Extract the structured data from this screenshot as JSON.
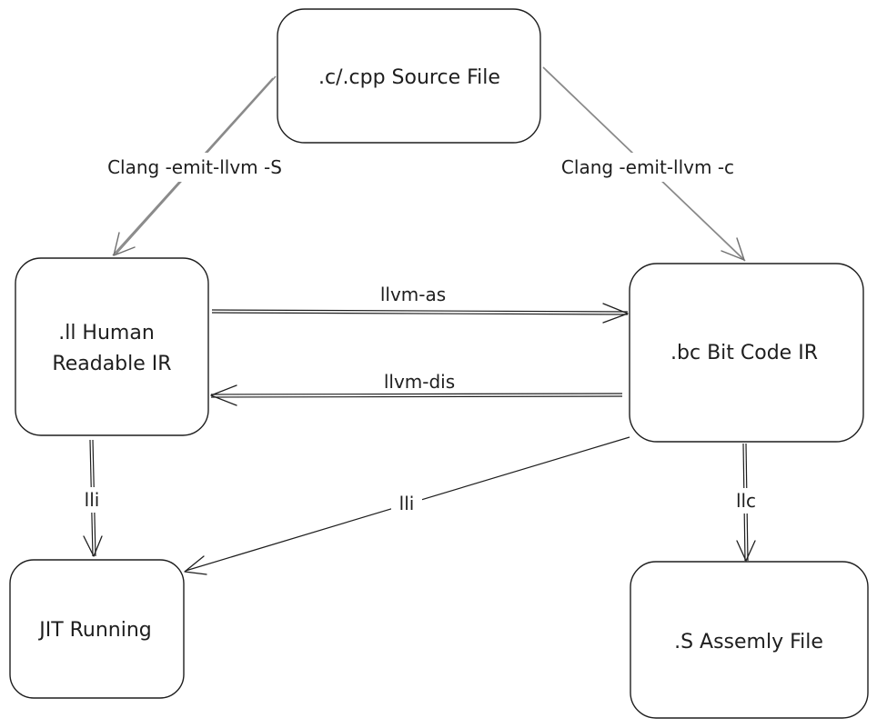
{
  "nodes": {
    "source": ".c/.cpp Source File",
    "ll_line1": ".ll Human",
    "ll_line2": "Readable IR",
    "bc": ".bc Bit Code IR",
    "jit": "JIT Running",
    "asm": ".S Assemly File"
  },
  "edges": {
    "emit_ll": "Clang -emit-llvm -S",
    "emit_bc": "Clang -emit-llvm -c",
    "llvm_as": "llvm-as",
    "llvm_dis": "llvm-dis",
    "lli_from_ll": "lli",
    "lli_from_bc": "lli",
    "llc": "llc"
  }
}
